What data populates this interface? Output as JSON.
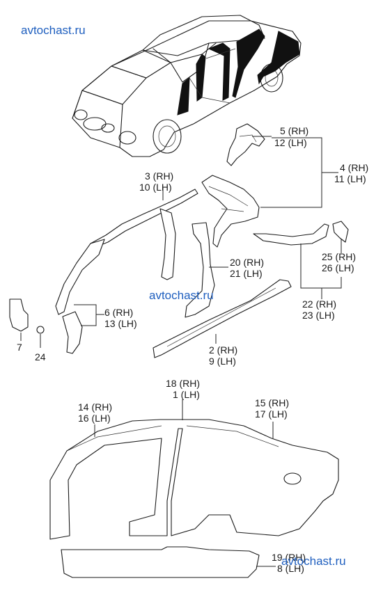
{
  "watermarks": {
    "top": "avtochast.ru",
    "middle": "avtochast.ru",
    "bottom": "avtochast.ru"
  },
  "callouts": {
    "c5": "5 (RH)",
    "c12": "12 (LH)",
    "c4": "4 (RH)",
    "c11": "11 (LH)",
    "c3": "3 (RH)",
    "c10": "10 (LH)",
    "c20": "20 (RH)",
    "c21": "21 (LH)",
    "c25": "25 (RH)",
    "c26": "26 (LH)",
    "c22": "22 (RH)",
    "c23": "23 (LH)",
    "c6": "6 (RH)",
    "c13": "13 (LH)",
    "c2": "2 (RH)",
    "c9": "9 (LH)",
    "c7": "7",
    "c24": "24",
    "c18": "18 (RH)",
    "c1": "1 (LH)",
    "c14": "14 (RH)",
    "c16": "16 (LH)",
    "c15": "15 (RH)",
    "c17": "17 (LH)",
    "c19": "19 (RH)",
    "c8": "8 (LH)"
  }
}
